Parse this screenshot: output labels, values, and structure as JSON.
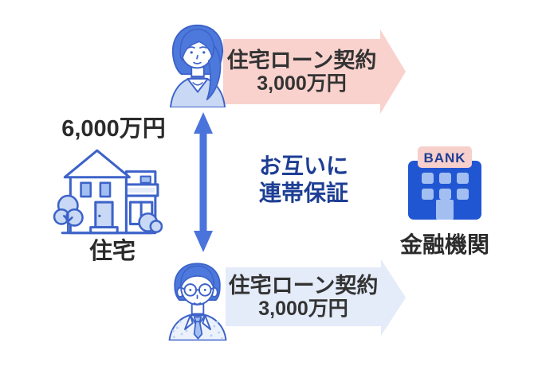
{
  "colors": {
    "pink-arrow": "#F9D2CE",
    "blue-arrow": "#E4EBF9",
    "arrow-text": "#333333",
    "dark-text": "#2B2B2B",
    "navy-text": "#1D3E94",
    "accent-blue": "#4A74DC",
    "outline-blue": "#3D63C9",
    "hair-blue": "#4E79DC",
    "fill-light-blue": "#C9D8F4",
    "suit-fill": "#ECF2FC",
    "suit-dot": "#BCD0F2",
    "bank-blue": "#2156D2",
    "bank-window": "#A3BFF2",
    "bank-sign": "#F7CFCB"
  },
  "wife_loan_arrow": {
    "line1": "住宅ローン契約",
    "line2": "3,000万円"
  },
  "husband_loan_arrow": {
    "line1": "住宅ローン契約",
    "line2": "3,000万円"
  },
  "house": {
    "price": "6,000万円",
    "label": "住宅"
  },
  "bank": {
    "sign_text": "BANK",
    "label": "金融機関"
  },
  "mutual_guarantee": {
    "line1": "お互いに",
    "line2": "連帯保証"
  }
}
